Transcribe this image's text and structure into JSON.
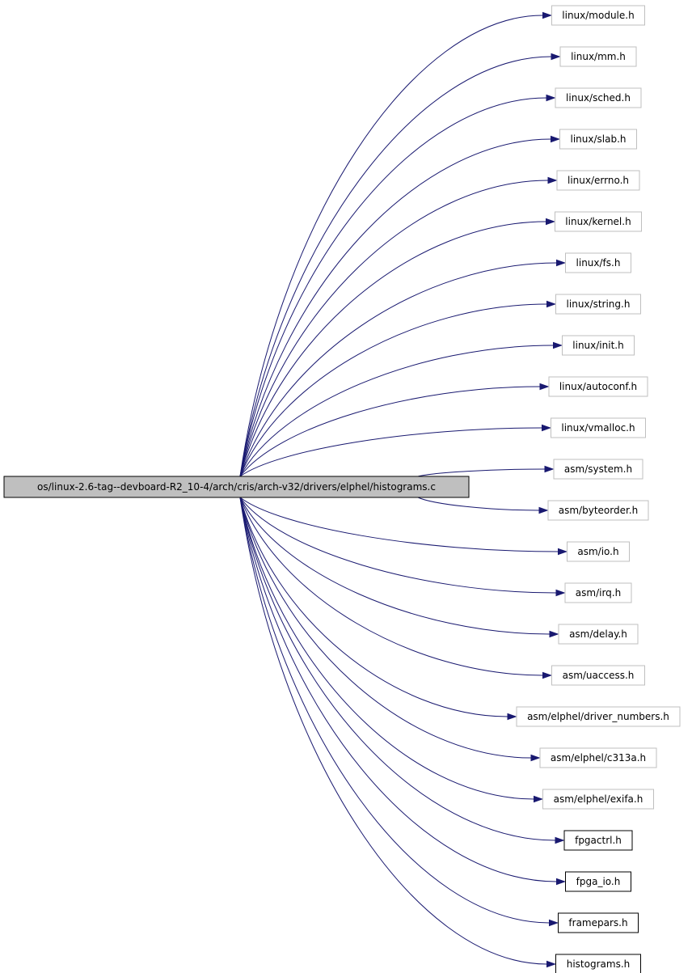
{
  "graph": {
    "root": {
      "label": "os/linux-2.6-tag--devboard-R2_10-4/arch/cris/arch-v32/drivers/elphel/histograms.c"
    },
    "includes": [
      {
        "label": "linux/module.h",
        "documented": false
      },
      {
        "label": "linux/mm.h",
        "documented": false
      },
      {
        "label": "linux/sched.h",
        "documented": false
      },
      {
        "label": "linux/slab.h",
        "documented": false
      },
      {
        "label": "linux/errno.h",
        "documented": false
      },
      {
        "label": "linux/kernel.h",
        "documented": false
      },
      {
        "label": "linux/fs.h",
        "documented": false
      },
      {
        "label": "linux/string.h",
        "documented": false
      },
      {
        "label": "linux/init.h",
        "documented": false
      },
      {
        "label": "linux/autoconf.h",
        "documented": false
      },
      {
        "label": "linux/vmalloc.h",
        "documented": false
      },
      {
        "label": "asm/system.h",
        "documented": false
      },
      {
        "label": "asm/byteorder.h",
        "documented": false
      },
      {
        "label": "asm/io.h",
        "documented": false
      },
      {
        "label": "asm/irq.h",
        "documented": false
      },
      {
        "label": "asm/delay.h",
        "documented": false
      },
      {
        "label": "asm/uaccess.h",
        "documented": false
      },
      {
        "label": "asm/elphel/driver_numbers.h",
        "documented": false
      },
      {
        "label": "asm/elphel/c313a.h",
        "documented": false
      },
      {
        "label": "asm/elphel/exifa.h",
        "documented": false
      },
      {
        "label": "fpgactrl.h",
        "documented": true
      },
      {
        "label": "fpga_io.h",
        "documented": true
      },
      {
        "label": "framepars.h",
        "documented": true
      },
      {
        "label": "histograms.h",
        "documented": true
      }
    ],
    "colors": {
      "edge": "#191970",
      "root_fill": "#bfbfbf",
      "root_border": "#000000",
      "external_border": "#bfbfbf",
      "documented_border": "#000000"
    }
  }
}
